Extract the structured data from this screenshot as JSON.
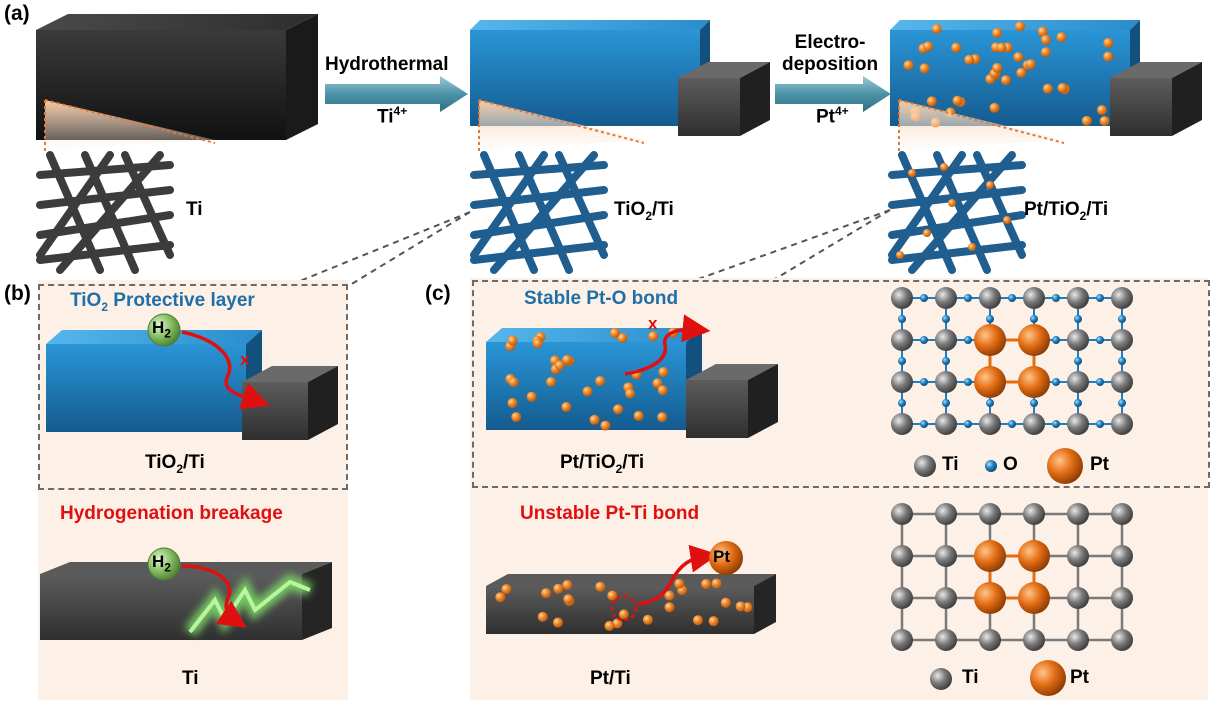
{
  "panels": {
    "a": "(a)",
    "b": "(b)",
    "c": "(c)"
  },
  "step1": {
    "label": "Hydrothermal",
    "ion_base": "Ti",
    "ion_charge": "4+"
  },
  "step2": {
    "label_line1": "Electro-",
    "label_line2": "deposition",
    "ion_base": "Pt",
    "ion_charge": "4+"
  },
  "row_a": {
    "ti_label": "Ti",
    "tio2_label": {
      "base": "TiO",
      "sub": "2",
      "tail": "/Ti"
    },
    "pt_tio2_label": {
      "pre": "Pt/TiO",
      "sub": "2",
      "tail": "/Ti"
    }
  },
  "panel_b": {
    "title": {
      "pre": "TiO",
      "sub": "2",
      "tail": " Protective layer"
    },
    "h2": {
      "base": "H",
      "sub": "2"
    },
    "blocked_mark": "x",
    "caption": {
      "base": "TiO",
      "sub": "2",
      "tail": "/Ti"
    },
    "lower_title": "Hydrogenation breakage",
    "lower_caption": "Ti"
  },
  "panel_c": {
    "title": "Stable Pt-O bond",
    "blocked_mark": "x",
    "caption": {
      "pre": "Pt/TiO",
      "sub": "2",
      "tail": "/Ti"
    },
    "legend_top": {
      "ti": "Ti",
      "o": "O",
      "pt": "Pt"
    },
    "lower_title": "Unstable Pt-Ti bond",
    "pt_bubble": "Pt",
    "lower_caption": "Pt/Ti",
    "legend_bottom": {
      "ti": "Ti",
      "pt": "Pt"
    }
  },
  "colors": {
    "dark_block": "#2b2b2b",
    "blue_block": "#1f7ec0",
    "pt_orange": "#f08a2a",
    "ti_gray": "#6d6d6d",
    "o_blue": "#1f7ec0",
    "panel_bg": "#fdf0e6",
    "arrow_red": "#e01010",
    "title_blue": "#1f6fa8"
  }
}
